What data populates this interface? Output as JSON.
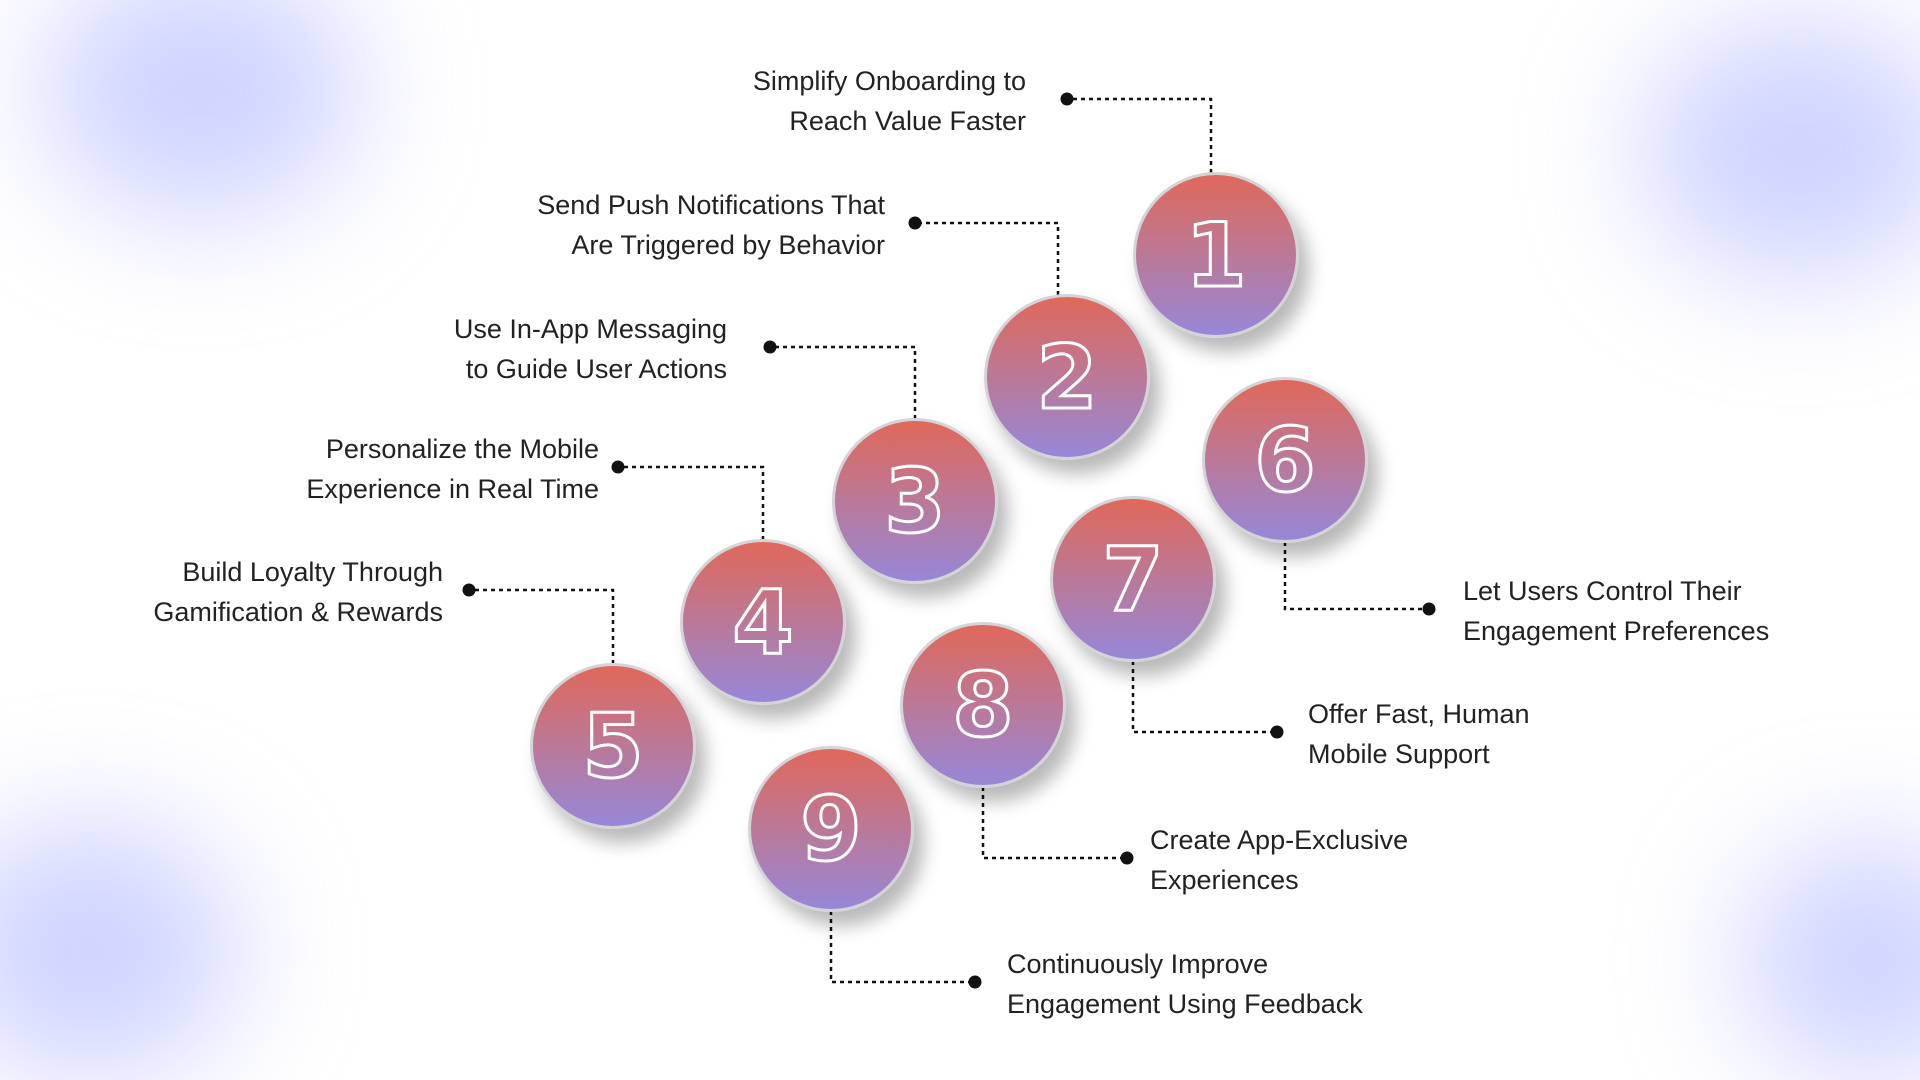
{
  "steps": [
    {
      "num": "1",
      "line1": "Simplify Onboarding to",
      "line2": "Reach Value Faster"
    },
    {
      "num": "2",
      "line1": "Send Push Notifications That",
      "line2": "Are Triggered by Behavior"
    },
    {
      "num": "3",
      "line1": "Use In-App Messaging",
      "line2": "to Guide User Actions"
    },
    {
      "num": "4",
      "line1": "Personalize the Mobile",
      "line2": "Experience in Real Time"
    },
    {
      "num": "5",
      "line1": "Build Loyalty Through",
      "line2": "Gamification & Rewards"
    },
    {
      "num": "6",
      "line1": "Let Users Control Their",
      "line2": "Engagement Preferences"
    },
    {
      "num": "7",
      "line1": "Offer Fast, Human",
      "line2": "Mobile Support"
    },
    {
      "num": "8",
      "line1": "Create App-Exclusive",
      "line2": "Experiences"
    },
    {
      "num": "9",
      "line1": "Continuously Improve",
      "line2": "Engagement Using Feedback"
    }
  ],
  "colors": {
    "gradient_top": "#e0685a",
    "gradient_bottom": "#9787d8",
    "connector": "#111111"
  }
}
